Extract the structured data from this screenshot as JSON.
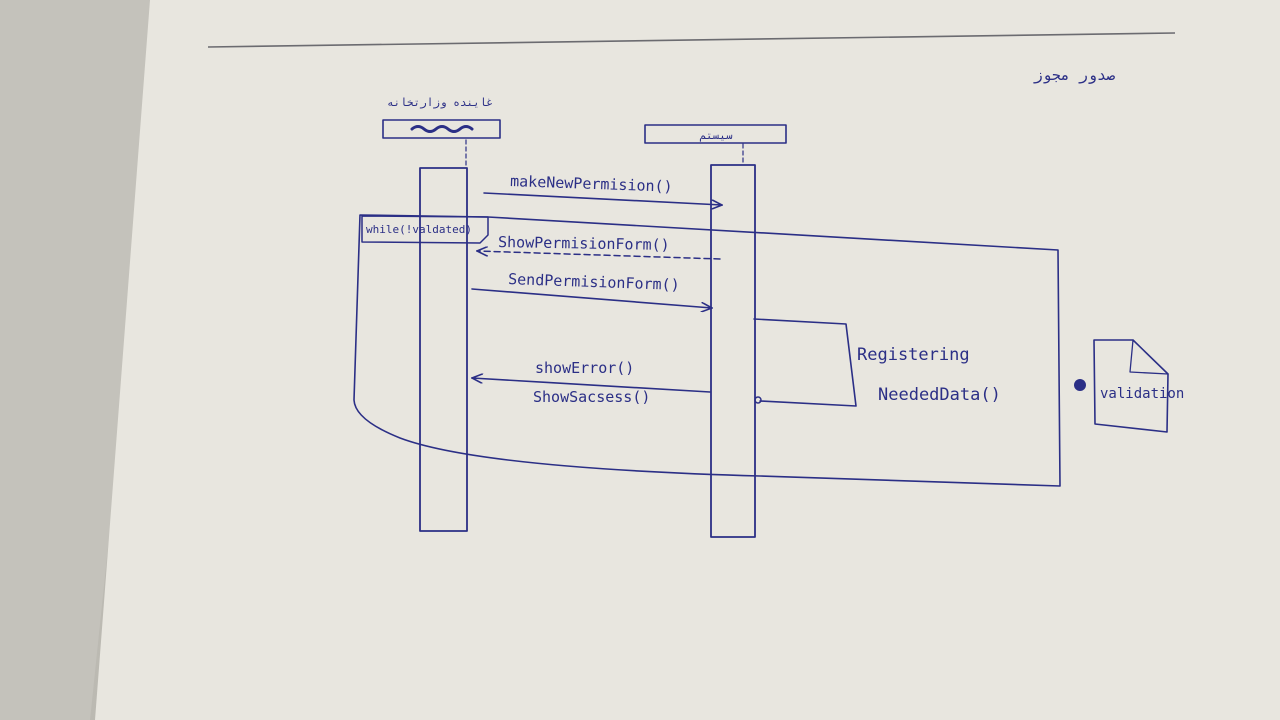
{
  "diagram": {
    "title": "صدور مجوز",
    "lifelines": [
      {
        "id": "actor",
        "label": "غاینده وزارتخانه"
      },
      {
        "id": "system",
        "label": "سیستم"
      }
    ],
    "loop": {
      "guard": "while(!valdated)"
    },
    "messages": [
      {
        "label": "makeNewPermision()",
        "from": "actor",
        "to": "system",
        "kind": "call"
      },
      {
        "label": "ShowPermisionForm()",
        "from": "system",
        "to": "actor",
        "kind": "return"
      },
      {
        "label": "SendPermisionForm()",
        "from": "actor",
        "to": "system",
        "kind": "call"
      },
      {
        "label": "showError()",
        "from": "system",
        "to": "actor",
        "kind": "return"
      },
      {
        "label": "ShowSacsess()",
        "from": "system",
        "to": "actor",
        "kind": "return"
      }
    ],
    "self_call": {
      "line1": "Registering",
      "line2": "NeededData()"
    },
    "note": {
      "label": "validation"
    }
  },
  "colors": {
    "ink": "#2b2f86",
    "paper": "#ebe9e2",
    "background": "#cfcdc5"
  }
}
